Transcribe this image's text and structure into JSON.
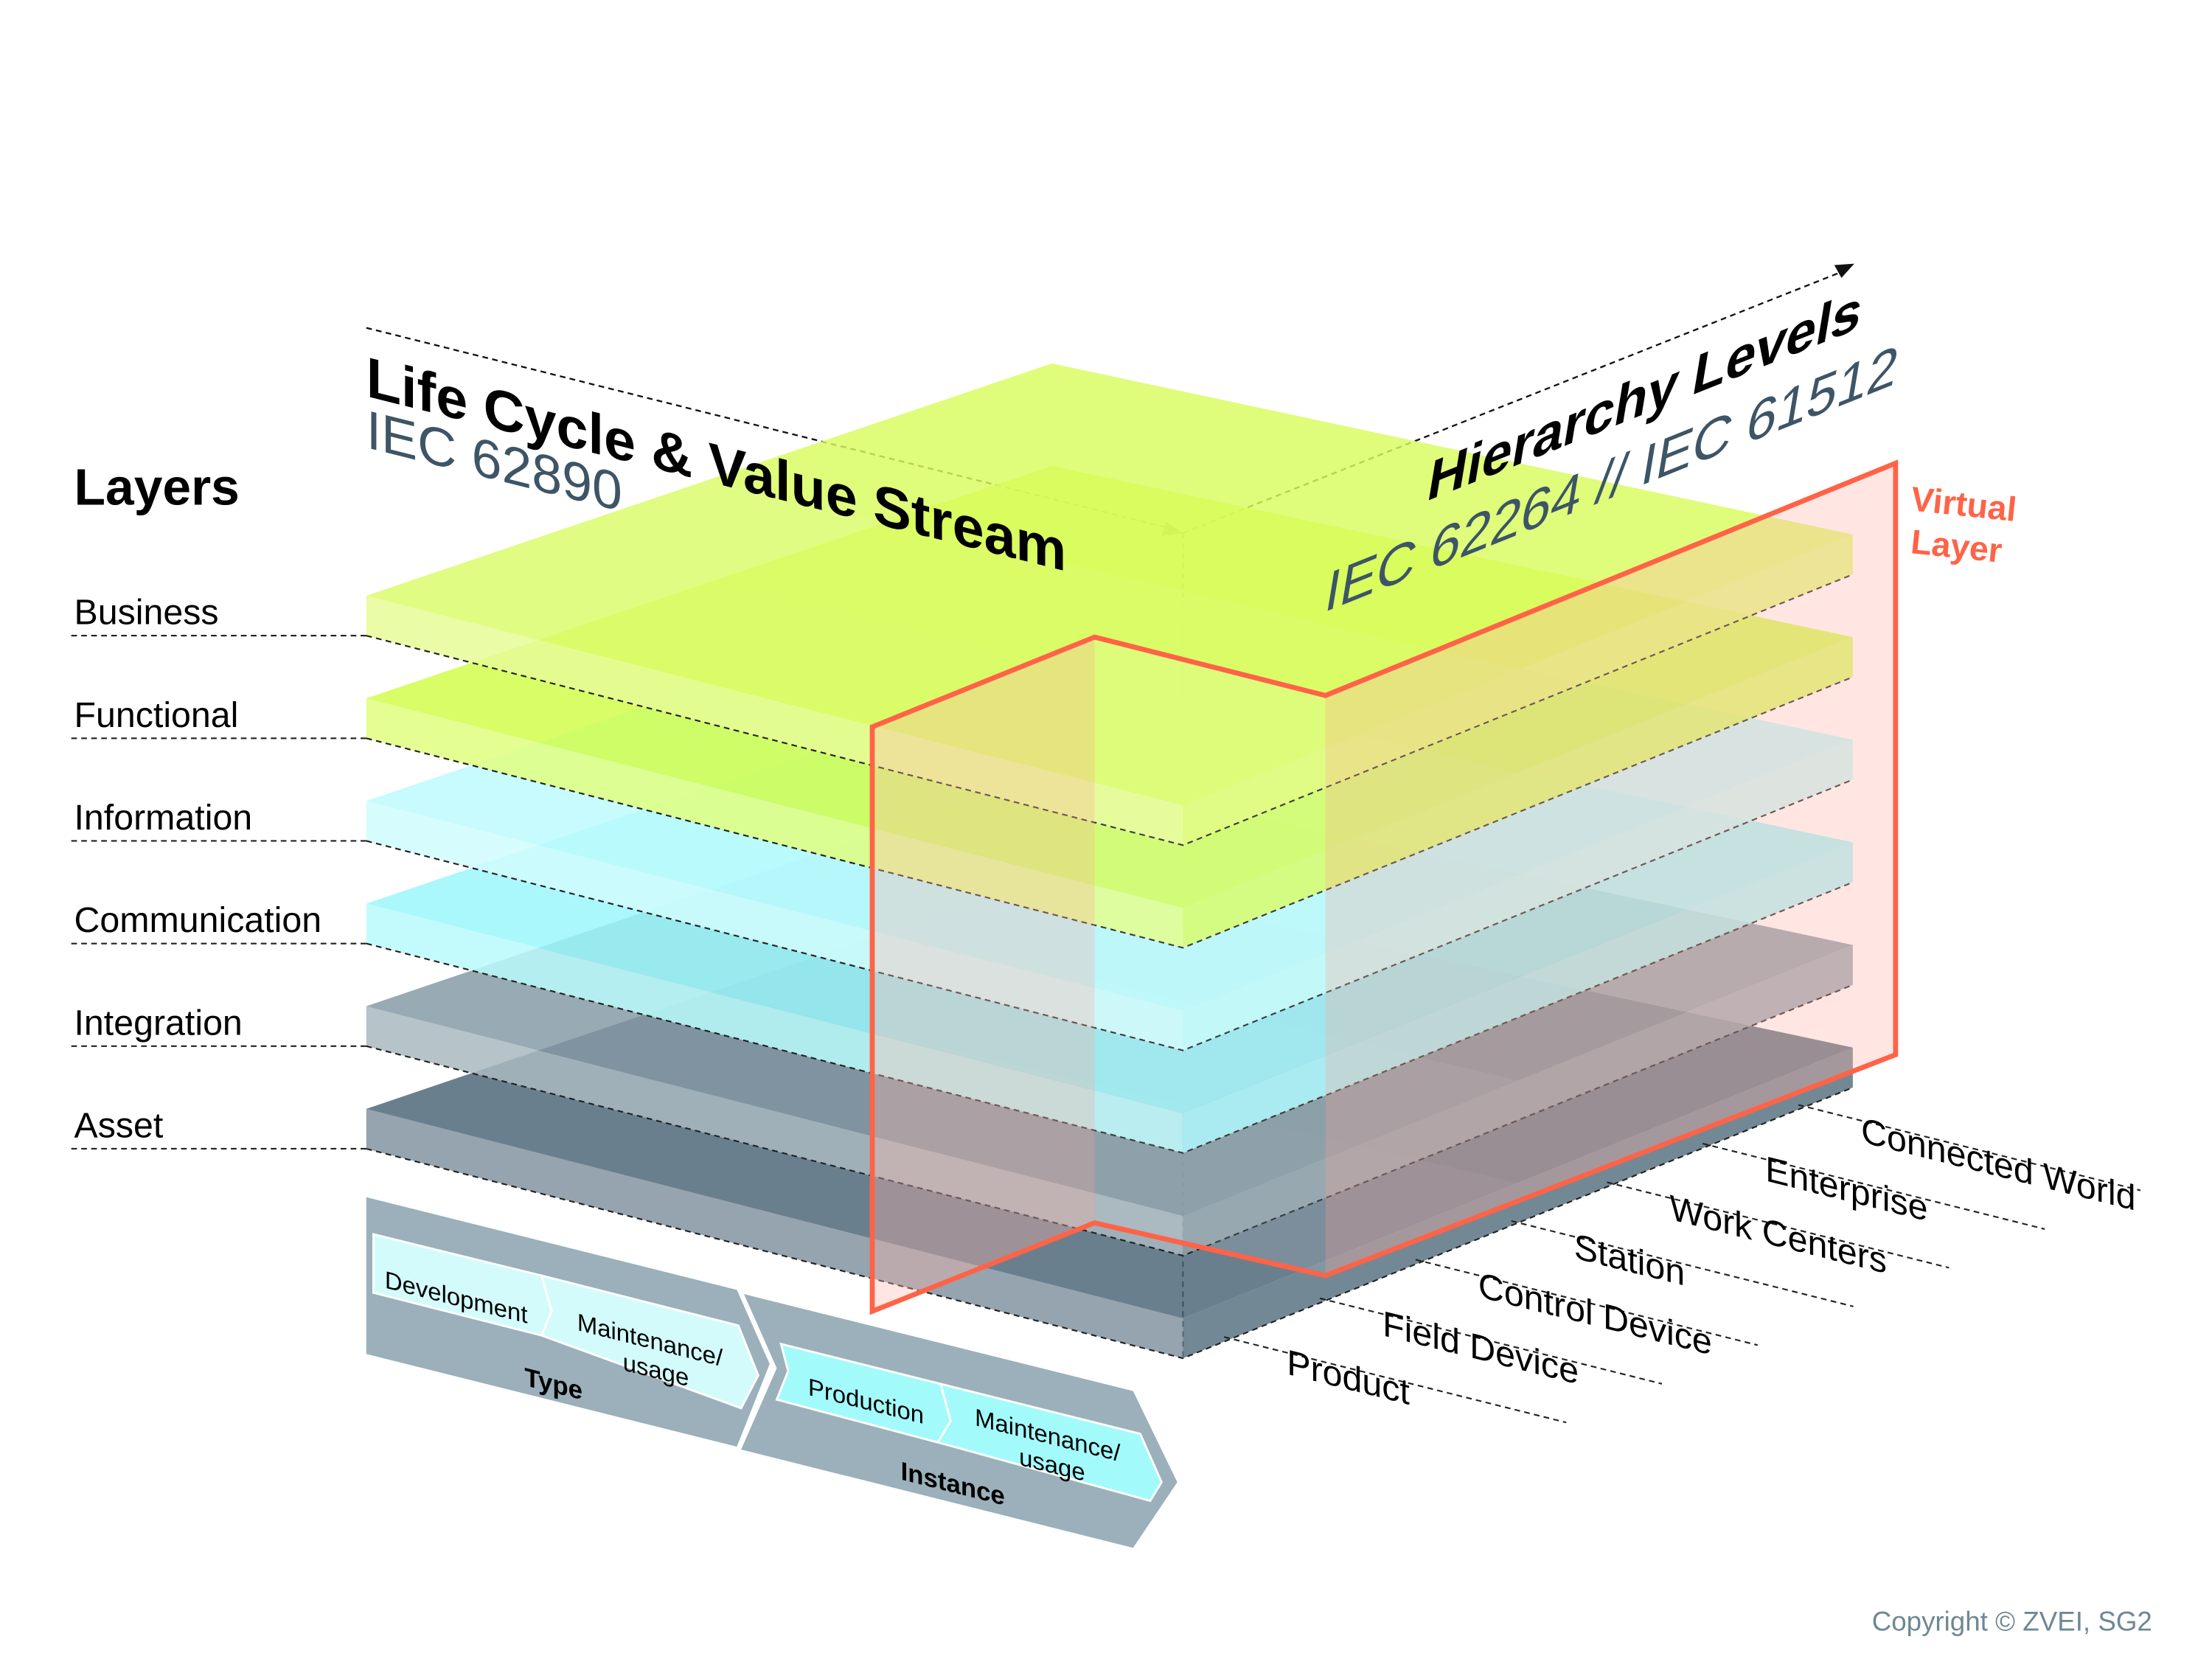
{
  "title": {
    "layers_heading": "Layers",
    "lifecycle_axis": "Life Cycle & Value Stream",
    "lifecycle_standard": "IEC 62890",
    "hierarchy_axis": "Hierarchy Levels",
    "hierarchy_standard": "IEC 62264 // IEC 61512"
  },
  "layers": [
    {
      "label": "Business",
      "color": "#d9fb5e"
    },
    {
      "label": "Functional",
      "color": "#cdfd3a"
    },
    {
      "label": "Information",
      "color": "#b7fafc"
    },
    {
      "label": "Communication",
      "color": "#93f7fb"
    },
    {
      "label": "Integration",
      "color": "#7a919d"
    },
    {
      "label": "Asset",
      "color": "#3e5a6d"
    }
  ],
  "hierarchy_levels": [
    "Product",
    "Field Device",
    "Control Device",
    "Station",
    "Work Centers",
    "Enterprise",
    "Connected World"
  ],
  "virtual_layer": {
    "label_line1": "Virtual",
    "label_line2": "Layer",
    "color": "#ff6347"
  },
  "lifecycle": {
    "type": {
      "label": "Type",
      "steps": [
        "Development",
        "Maintenance/",
        "usage"
      ]
    },
    "instance": {
      "label": "Instance",
      "steps": [
        "Production",
        "Maintenance/",
        "usage"
      ]
    }
  },
  "copyright": "Copyright © ZVEI, SG2",
  "colors": {
    "standard_text": "#3d5566",
    "band": "#9bb0ba",
    "type_step": "#d4fbfc",
    "instance_step": "#a3fafb",
    "copyright": "#6e8894"
  }
}
